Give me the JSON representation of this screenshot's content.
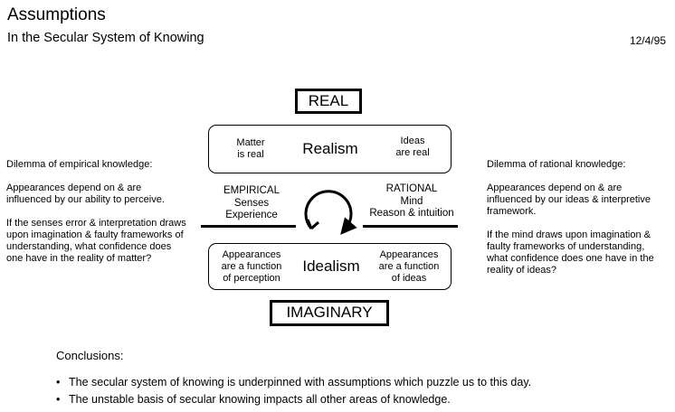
{
  "header": {
    "title": "Assumptions",
    "subtitle": "In the Secular System of Knowing",
    "date": "12/4/95"
  },
  "diagram": {
    "top_label": "REAL",
    "bottom_label": "IMAGINARY",
    "realism": {
      "left": "Matter\nis real",
      "center": "Realism",
      "right": "Ideas\nare real"
    },
    "idealism": {
      "left": "Appearances\nare a function\nof perception",
      "center": "Idealism",
      "right": "Appearances\nare a function\nof ideas"
    },
    "empirical": "EMPIRICAL\nSenses\nExperience",
    "rational": "RATIONAL\nMind\nReason & intuition"
  },
  "left_panel": {
    "heading": "Dilemma of empirical knowledge:",
    "p1": "Appearances depend on & are influenced by our ability to perceive.",
    "p2": "If the senses error & interpretation draws upon imagination & faulty frameworks of understanding, what confidence does one have in the reality of matter?"
  },
  "right_panel": {
    "heading": "Dilemma of rational knowledge:",
    "p1": "Appearances depend on & are influenced by our ideas & interpretive framework.",
    "p2": "If the mind draws upon imagination & faulty frameworks of understanding, what confidence does one have in the reality of ideas?"
  },
  "conclusions": {
    "title": "Conclusions:",
    "items": [
      "The secular system of knowing is underpinned with assumptions which puzzle us to this day.",
      "The unstable basis of secular knowing impacts all other areas of knowledge."
    ]
  }
}
